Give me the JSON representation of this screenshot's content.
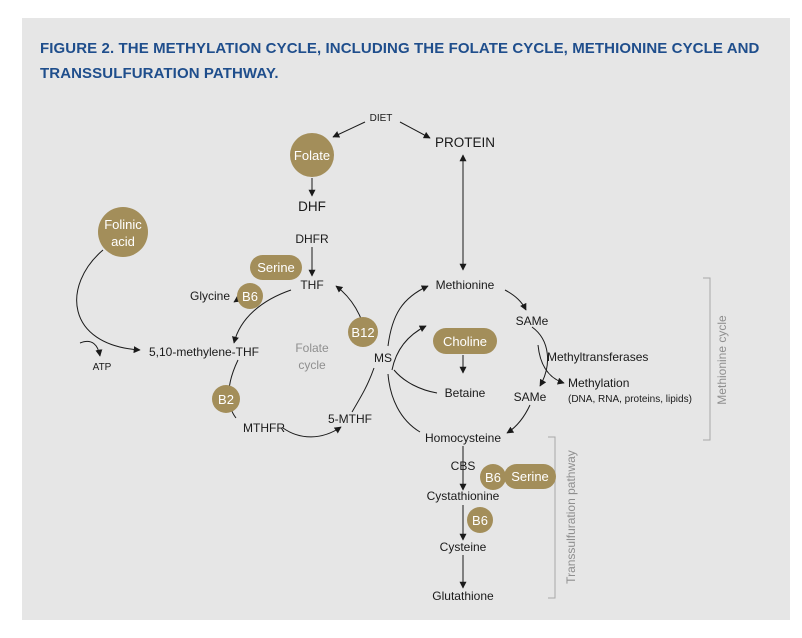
{
  "title": "FIGURE 2. THE METHYLATION CYCLE, INCLUDING THE FOLATE CYCLE, METHIONINE CYCLE AND TRANSSULFURATION PATHWAY.",
  "colors": {
    "title": "#1f4e8c",
    "chip": "#a38e5a",
    "panel": "#e6e6e6",
    "bracket": "#a8a8a8",
    "grey_text": "#8f8f8f"
  },
  "chips": {
    "folate": "Folate",
    "folinic_1": "Folinic",
    "folinic_2": "acid",
    "serine_thf": "Serine",
    "b6_glycine": "B6",
    "b12": "B12",
    "choline": "Choline",
    "b2": "B2",
    "b6_cbs": "B6",
    "serine_cbs": "Serine",
    "b6_cysteine": "B6"
  },
  "labels": {
    "diet": "DIET",
    "protein": "PROTEIN",
    "dhf": "DHF",
    "dhfr": "DHFR",
    "thf": "THF",
    "glycine": "Glycine",
    "methylene_thf": "5,10-methylene-THF",
    "atp": "ATP",
    "folate_cycle_1": "Folate",
    "folate_cycle_2": "cycle",
    "mthfr": "MTHFR",
    "methyl_thf": "5-MTHF",
    "ms": "MS",
    "methionine": "Methionine",
    "same_1": "SAMe",
    "methyltransferases": "Methyltransferases",
    "methylation": "Methylation",
    "methylation_detail": "(DNA, RNA, proteins, lipids)",
    "same_2": "SAMe",
    "betaine": "Betaine",
    "homocysteine": "Homocysteine",
    "cbs": "CBS",
    "cystathionine": "Cystathionine",
    "cysteine": "Cysteine",
    "glutathione": "Glutathione",
    "methionine_cycle": "Methionine cycle",
    "transsulfuration": "Transsulfuration pathway"
  }
}
